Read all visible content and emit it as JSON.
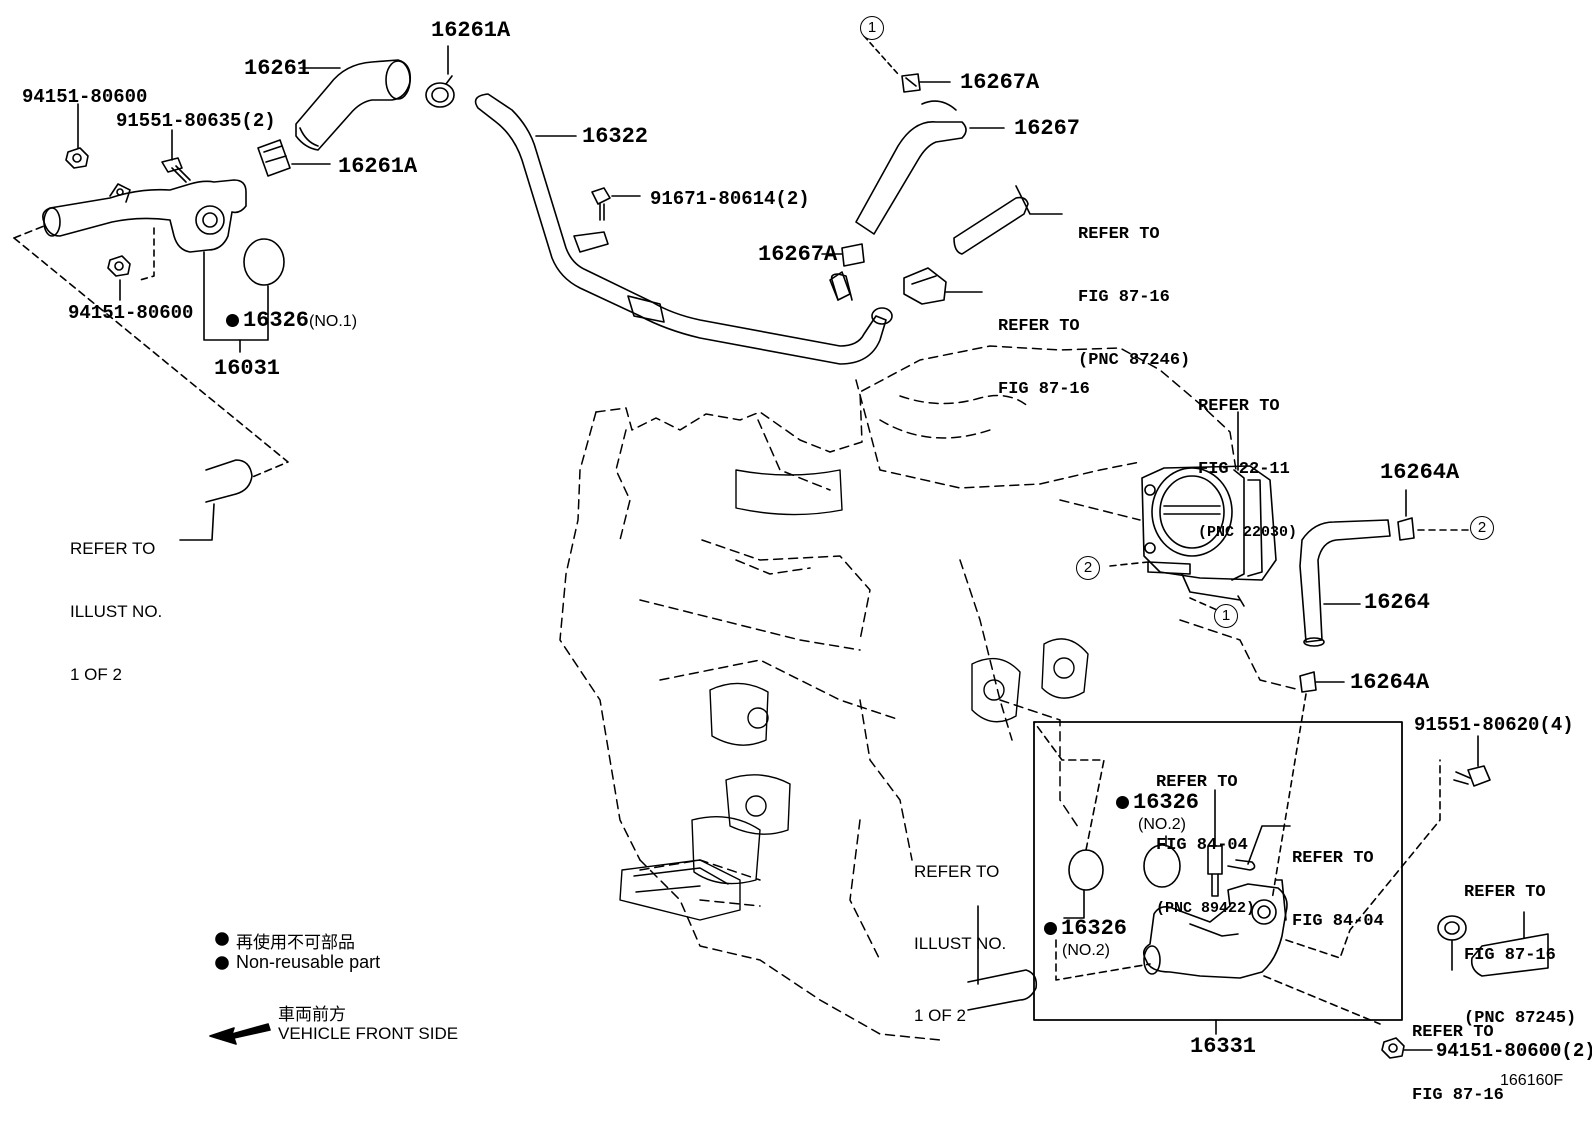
{
  "parts": {
    "p16261": "16261",
    "p16261A_top": "16261A",
    "p16261A_mid": "16261A",
    "p94151_top": "94151-80600",
    "p91551_80635": "91551-80635(2)",
    "p94151_left": "94151-80600",
    "p16326_no1_num": "16326",
    "p16326_no1_note": "(NO.1)",
    "p16031": "16031",
    "p16322": "16322",
    "p91671": "91671-80614(2)",
    "p16267A_top": "16267A",
    "p16267": "16267",
    "p16267A_mid": "16267A",
    "p16264A_top": "16264A",
    "p16264": "16264",
    "p16264A_bot": "16264A",
    "p91551_80620": "91551-80620(4)",
    "p16326_no2a_num": "16326",
    "p16326_no2a_note": "(NO.2)",
    "p16326_no2b_num": "16326",
    "p16326_no2b_note": "(NO.2)",
    "p16331": "16331",
    "p94151_bot": "94151-80600(2)",
    "figure_code": "166160F"
  },
  "refs": {
    "r_87246": [
      "REFER TO",
      "FIG 87-16",
      "(PNC 87246)"
    ],
    "r_8716_mid": [
      "REFER TO",
      "FIG 87-16"
    ],
    "r_2211": [
      "REFER TO",
      "FIG 22-11",
      "(PNC 22030)"
    ],
    "r_illust_left": [
      "REFER TO",
      "ILLUST NO.",
      "1 OF 2"
    ],
    "r_illust_mid": [
      "REFER TO",
      "ILLUST NO.",
      "1 OF 2"
    ],
    "r_8404_a": [
      "REFER TO",
      "FIG 84-04",
      "(PNC 89422)"
    ],
    "r_8404_b": [
      "REFER TO",
      "FIG 84-04"
    ],
    "r_87245": [
      "REFER TO",
      "FIG 87-16",
      "(PNC 87245)"
    ],
    "r_8716_bot": [
      "REFER TO",
      "FIG 87-16"
    ]
  },
  "markers": {
    "m1_top": "1",
    "m1_tb": "1",
    "m2_tb": "2",
    "m2_right": "2"
  },
  "legend": {
    "jp_nonreusable": "再使用不可部品",
    "en_nonreusable": "Non-reusable part",
    "jp_front": "車両前方",
    "en_front": "VEHICLE FRONT SIDE"
  }
}
